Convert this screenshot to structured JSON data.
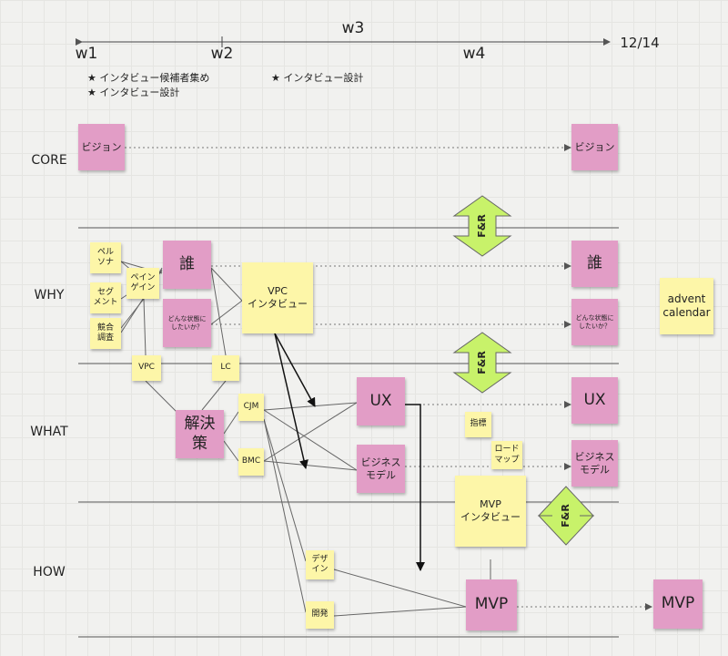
{
  "timeline": {
    "weeks": [
      "w1",
      "w2",
      "w3",
      "w4"
    ],
    "end_label": "12/14",
    "tasks": [
      "★ インタビュー候補者集め",
      "★ インタビュー設計",
      "★ インタビュー設計"
    ]
  },
  "rows": [
    "CORE",
    "WHY",
    "WHAT",
    "HOW"
  ],
  "notes": {
    "vision_start": "ビジョン",
    "vision_end": "ビジョン",
    "who": "誰",
    "who_end": "誰",
    "state": "どんな状態に\nしたいか？",
    "state_end": "どんな状態に\nしたいか？",
    "vpc_interview": "VPC\nインタビュー",
    "persona": "ペル\nソナ",
    "segment": "セグ\nメント",
    "competitor": "競合\n調査",
    "pain_gain": "ペイン\nゲイン",
    "vpc": "VPC",
    "lc": "LC",
    "solution": "解決\n策",
    "cjm": "CJM",
    "bmc": "BMC",
    "ux": "UX",
    "ux_end": "UX",
    "business_model": "ビジネス\nモデル",
    "business_model_end": "ビジネス\nモデル",
    "metrics": "指標",
    "roadmap": "ロード\nマップ",
    "mvp_interview": "MVP\nインタビュー",
    "design": "デザ\nイン",
    "development": "開発",
    "mvp": "MVP",
    "mvp_end": "MVP",
    "advent": "advent\ncalendar"
  },
  "fr_label": "F&R",
  "colors": {
    "pink_note": "#e29dc6",
    "yellow_note": "#fdf6a8",
    "fr_arrow": "#c8f26a",
    "line": "#555555"
  }
}
